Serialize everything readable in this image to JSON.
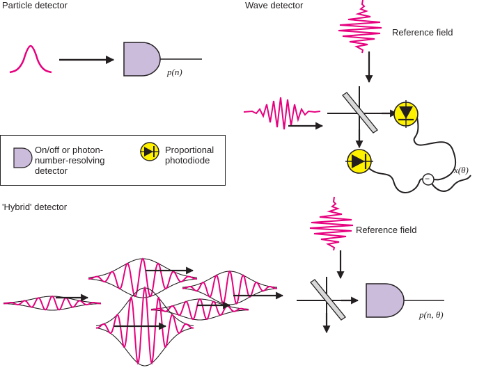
{
  "titles": {
    "particle": "Particle detector",
    "wave": "Wave detector",
    "hybrid": "'Hybrid' detector"
  },
  "labels": {
    "reference_field_top": "Reference field",
    "reference_field_bottom": "Reference field",
    "p_n": "p(n)",
    "x_theta": "x(θ)",
    "p_n_theta": "p(n, θ)",
    "minus": "−"
  },
  "legend": {
    "detector_label": "On/off or photon-number-resolving detector",
    "photodiode_label": "Proportional photodiode"
  },
  "colors": {
    "magenta": "#e6007e",
    "detector_fill": "#cbbcdc",
    "photodiode_fill": "#fff200",
    "ink": "#231f20",
    "beamsplitter_fill": "#d9d9d9"
  },
  "icons": {
    "detector": "d-shaped-detector-icon",
    "photodiode": "photodiode-icon",
    "beamsplitter": "beamsplitter-icon"
  }
}
